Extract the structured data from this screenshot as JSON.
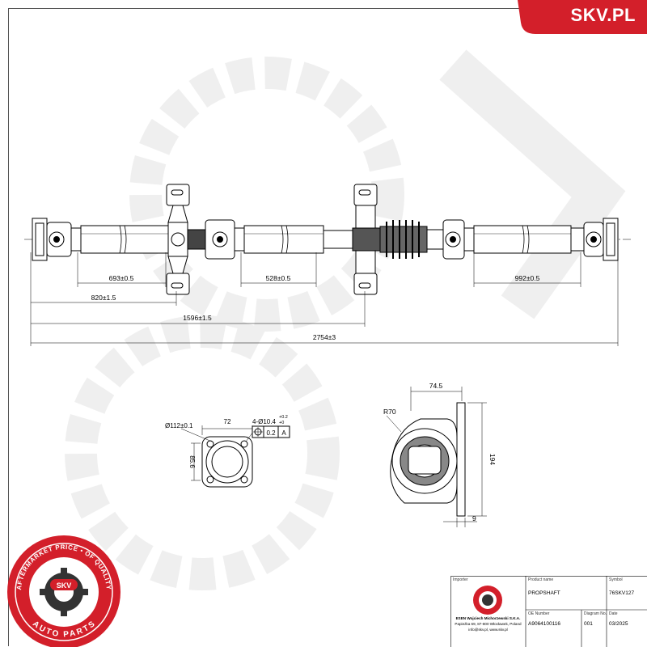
{
  "brand": {
    "name": "SKV.PL",
    "color": "#d31f2a"
  },
  "dimensions": {
    "d693": "693±0.5",
    "d528": "528±0.5",
    "d992": "992±0.5",
    "d820": "820±1.5",
    "d1596": "1596±1.5",
    "d2754": "2754±3"
  },
  "flange_view": {
    "diameter": "Ø112±0.1",
    "width": "72",
    "height": "85.6",
    "holes_prefix": "4-Ø10.4",
    "tol_upper": "+0.2",
    "tol_lower": "+0",
    "tolerance_value": "0.2",
    "datum": "A"
  },
  "bearing_view": {
    "radius": "R70",
    "width": "74.5",
    "height": "194",
    "thickness": "9"
  },
  "stamp": {
    "ring_text": "AFTERMARKET PRICE • OF QUALITY",
    "bottom_text": "AUTO PARTS",
    "center_text": "SKV"
  },
  "title_block": {
    "importer_label": "Importer",
    "product_label": "Product name",
    "product_value": "PROPSHAFT",
    "symbol_label": "Symbol",
    "symbol_value": "76SKV127",
    "oe_label": "OE Number",
    "oe_value": "A9064100116",
    "diagram_label": "Diagram No.",
    "diagram_value": "001",
    "date_label": "Date",
    "date_value": "03/2025",
    "company_line1": "ESEN Wojciech Michorzewski S.K.A.",
    "company_line2": "Papieżka 69, 87-800 Włocławek, Poland",
    "company_line3": "info@skv.pl, www.skv.pl"
  }
}
